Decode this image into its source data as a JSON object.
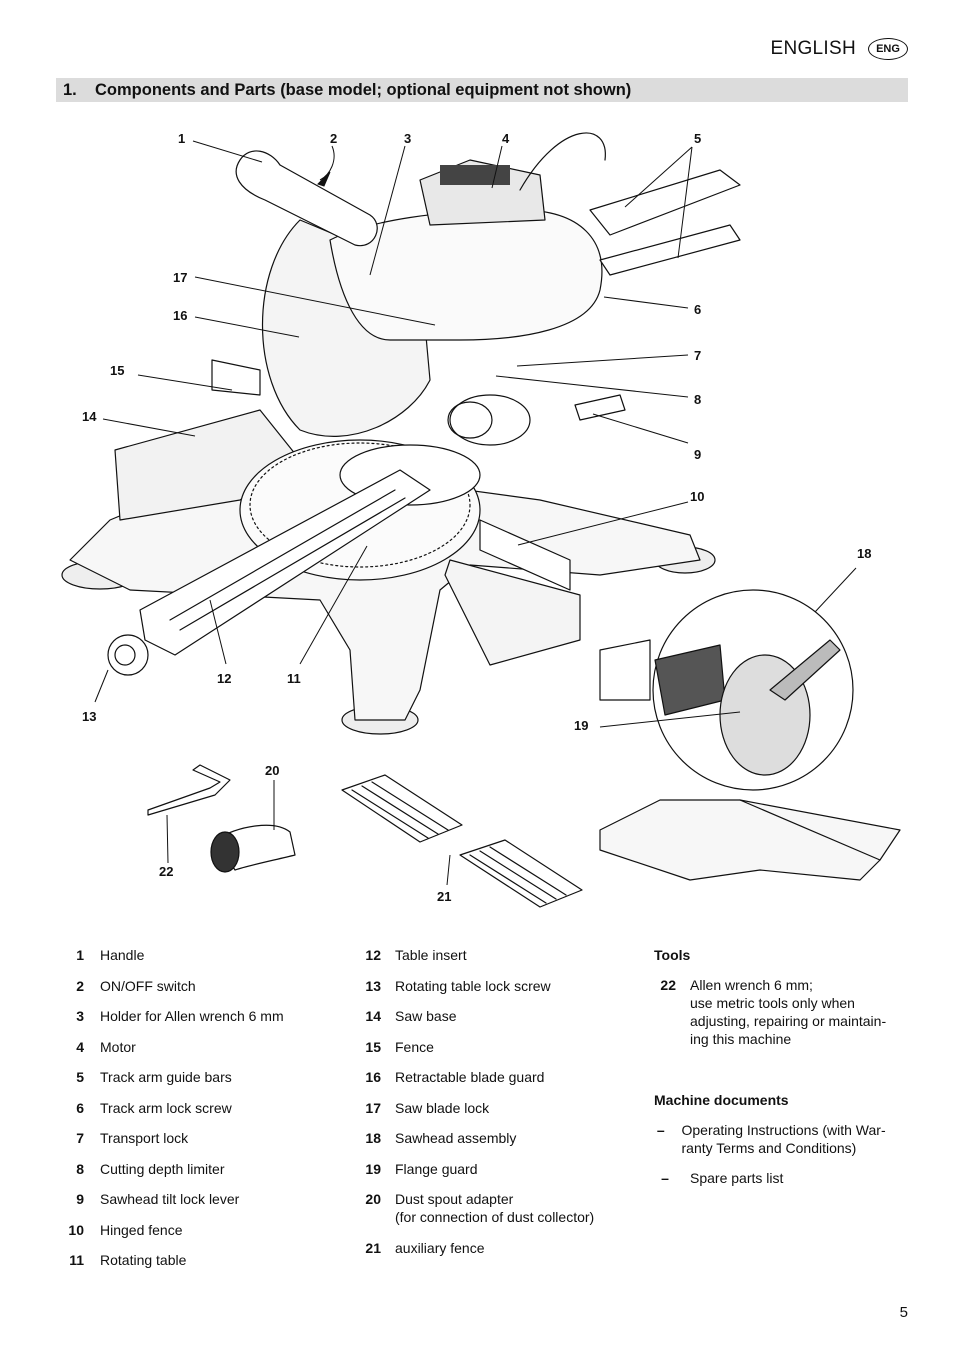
{
  "header": {
    "language": "ENGLISH",
    "badge": "ENG"
  },
  "section": {
    "number": "1.",
    "title": "Components and Parts (base model; optional equipment not shown)"
  },
  "figure": {
    "callouts": [
      "1",
      "2",
      "3",
      "4",
      "5",
      "6",
      "7",
      "8",
      "9",
      "10",
      "11",
      "12",
      "13",
      "14",
      "15",
      "16",
      "17",
      "18",
      "19",
      "20",
      "21",
      "22"
    ]
  },
  "legend": {
    "column1": [
      {
        "num": "1",
        "text": "Handle"
      },
      {
        "num": "2",
        "text": "ON/OFF switch"
      },
      {
        "num": "3",
        "text": "Holder for Allen wrench 6 mm"
      },
      {
        "num": "4",
        "text": "Motor"
      },
      {
        "num": "5",
        "text": "Track arm guide bars"
      },
      {
        "num": "6",
        "text": "Track arm lock screw"
      },
      {
        "num": "7",
        "text": "Transport lock"
      },
      {
        "num": "8",
        "text": "Cutting depth limiter"
      },
      {
        "num": "9",
        "text": "Sawhead tilt lock lever"
      },
      {
        "num": "10",
        "text": "Hinged fence"
      },
      {
        "num": "11",
        "text": "Rotating table"
      }
    ],
    "column2": [
      {
        "num": "12",
        "text": "Table insert"
      },
      {
        "num": "13",
        "text": "Rotating table lock screw"
      },
      {
        "num": "14",
        "text": "Saw base"
      },
      {
        "num": "15",
        "text": "Fence"
      },
      {
        "num": "16",
        "text": "Retractable blade guard"
      },
      {
        "num": "17",
        "text": "Saw blade lock"
      },
      {
        "num": "18",
        "text": "Sawhead assembly"
      },
      {
        "num": "19",
        "text": "Flange guard"
      },
      {
        "num": "20",
        "text": "Dust spout adapter",
        "text2": "(for connection of dust collector)"
      },
      {
        "num": "21",
        "text": "auxiliary fence"
      }
    ]
  },
  "tools": {
    "heading": "Tools",
    "item_num": "22",
    "item_text": "Allen wrench 6 mm;\nuse metric tools only when\nadjusting, repairing or maintain-\ning this machine"
  },
  "documents": {
    "heading": "Machine documents",
    "items": [
      {
        "dash": "–",
        "text": "Operating Instructions (with War-ranty Terms and Conditions)"
      },
      {
        "dash": "–",
        "text": "Spare parts list"
      }
    ]
  },
  "page_number": "5"
}
